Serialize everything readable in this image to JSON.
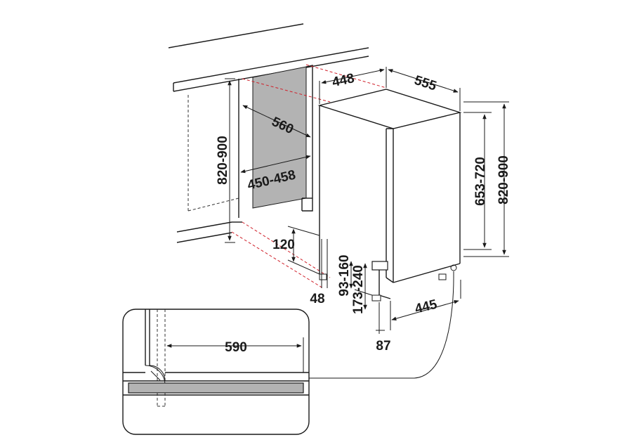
{
  "colors": {
    "line": "#1a1a1a",
    "niche_fill": "#b3b3b3",
    "guide": "#d0202a",
    "panel_fill": "#b3b3b3"
  },
  "labels": {
    "d448": "448",
    "d555": "555",
    "d560": "560",
    "d820_900_left": "820-900",
    "d450_458": "450-458",
    "d653_720": "653-720",
    "d820_900_right": "820-900",
    "d120": "120",
    "d48": "48",
    "d93_160": "93-160",
    "d173_240": "173-240",
    "d445": "445",
    "d87": "87",
    "d590": "590"
  }
}
